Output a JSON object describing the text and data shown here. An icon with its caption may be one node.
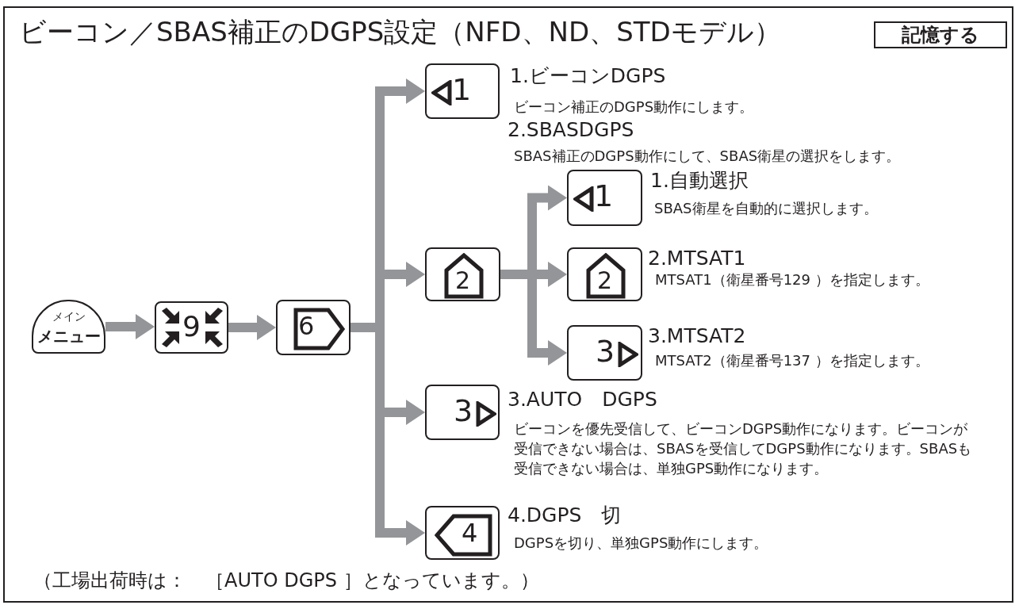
{
  "diagram": {
    "title": "ビーコン／SBAS補正のDGPS設定（NFD、ND、STDモデル）",
    "nodes": [
      {
        "text": [
          "メイン",
          "メニュー"
        ]
      },
      {
        "text": [
          "9"
        ]
      },
      {
        "text": [
          "6"
        ]
      },
      {
        "text": [
          "1"
        ],
        "beside": [
          "1.ビーコンDGPS",
          "ビーコン補正のDGPS動作にします。"
        ]
      },
      {
        "text": [
          "2"
        ],
        "beside": [
          "2.SBASDGPS",
          "SBAS補正のDGPS動作にして、SBAS衛星の選択をします。"
        ]
      },
      {
        "text": [
          "1"
        ],
        "beside": [
          "1.自動選択",
          "SBAS衛星を自動的に選択します。"
        ]
      },
      {
        "text": [
          "2"
        ],
        "beside": [
          "2.MTSAT1",
          "MTSAT1（衛星番号129 ）を指定します。"
        ]
      },
      {
        "text": [
          "3"
        ],
        "beside": [
          "3.MTSAT2",
          "MTSAT2（衛星番号137 ）を指定します。"
        ]
      },
      {
        "text": [
          "3"
        ],
        "beside": [
          "3.AUTO　DGPS",
          "ビーコンを優先受信して、ビーコンDGPS動作になります。ビーコンが受信できない場合は、SBASを受信してDGPS動作になります。SBASも受信できない場合は、単独GPS動作になります。"
        ]
      },
      {
        "text": [
          "4"
        ],
        "beside": [
          "4.DGPS　切",
          "DGPSを切り、単独GPS動作にします。"
        ]
      },
      {
        "text": [
          "記憶する"
        ]
      }
    ],
    "edges": [
      {
        "from": 0,
        "to": 1,
        "arrow": "to"
      },
      {
        "from": 1,
        "to": 2,
        "arrow": "to"
      },
      {
        "from": 2,
        "to": 3,
        "arrow": "to"
      },
      {
        "from": 2,
        "to": 4,
        "arrow": "to"
      },
      {
        "from": 2,
        "to": 8,
        "arrow": "to"
      },
      {
        "from": 2,
        "to": 9,
        "arrow": "to"
      },
      {
        "from": 4,
        "to": 5,
        "arrow": "to"
      },
      {
        "from": 4,
        "to": 6,
        "arrow": "to"
      },
      {
        "from": 4,
        "to": 7,
        "arrow": "to"
      }
    ],
    "labels": [
      "（工場出荷時は：　［AUTO DGPS ］となっています。）"
    ]
  }
}
